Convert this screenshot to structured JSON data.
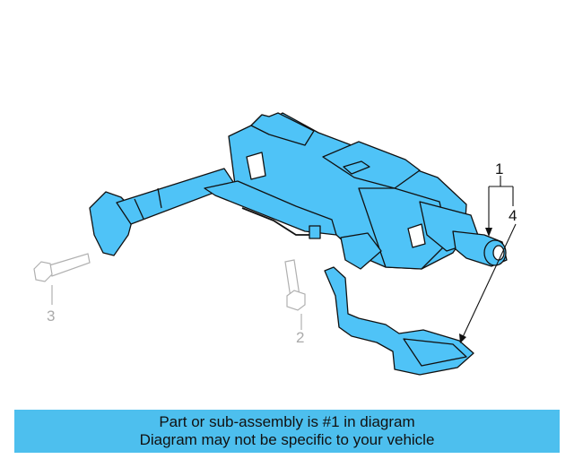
{
  "diagram": {
    "callouts": [
      {
        "id": "1",
        "label": "1"
      },
      {
        "id": "4",
        "label": "4"
      },
      {
        "id": "3",
        "label": "3"
      },
      {
        "id": "2",
        "label": "2"
      }
    ],
    "colors": {
      "part_fill": "#4fc3f7",
      "outline": "#111111",
      "ghost_outline": "#b0b0b0"
    }
  },
  "banner": {
    "line1": "Part or sub-assembly is #1 in diagram",
    "line2": "Diagram may not be specific to your vehicle",
    "background": "#4dbfee"
  }
}
